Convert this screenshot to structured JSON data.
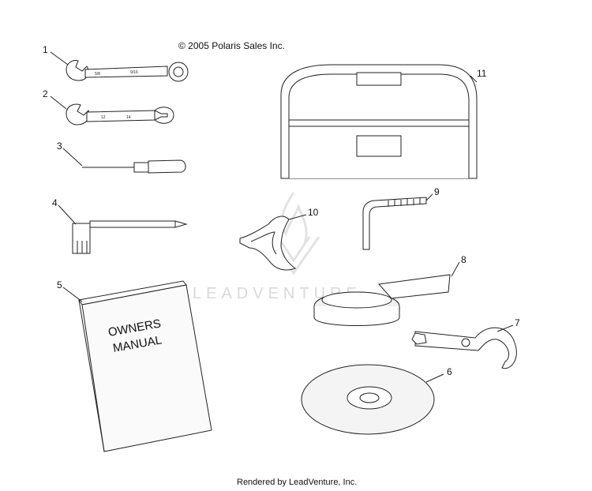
{
  "copyright": "© 2005 Polaris Sales Inc.",
  "rendered_by": "Rendered by LeadVenture, Inc.",
  "watermark": "LEADVENTURE",
  "manual_cover": {
    "line1": "OWNERS",
    "line2": "MANUAL"
  },
  "callouts": [
    {
      "id": "1",
      "part": "wrench-1"
    },
    {
      "id": "2",
      "part": "wrench-2"
    },
    {
      "id": "3",
      "part": "screwdriver"
    },
    {
      "id": "4",
      "part": "spark-plug-wrench"
    },
    {
      "id": "5",
      "part": "owners-manual"
    },
    {
      "id": "6",
      "part": "cd-disc"
    },
    {
      "id": "7",
      "part": "spanner-wrench"
    },
    {
      "id": "8",
      "part": "strap"
    },
    {
      "id": "9",
      "part": "allen-key"
    },
    {
      "id": "10",
      "part": "fork-tool"
    },
    {
      "id": "11",
      "part": "tool-bag"
    }
  ]
}
